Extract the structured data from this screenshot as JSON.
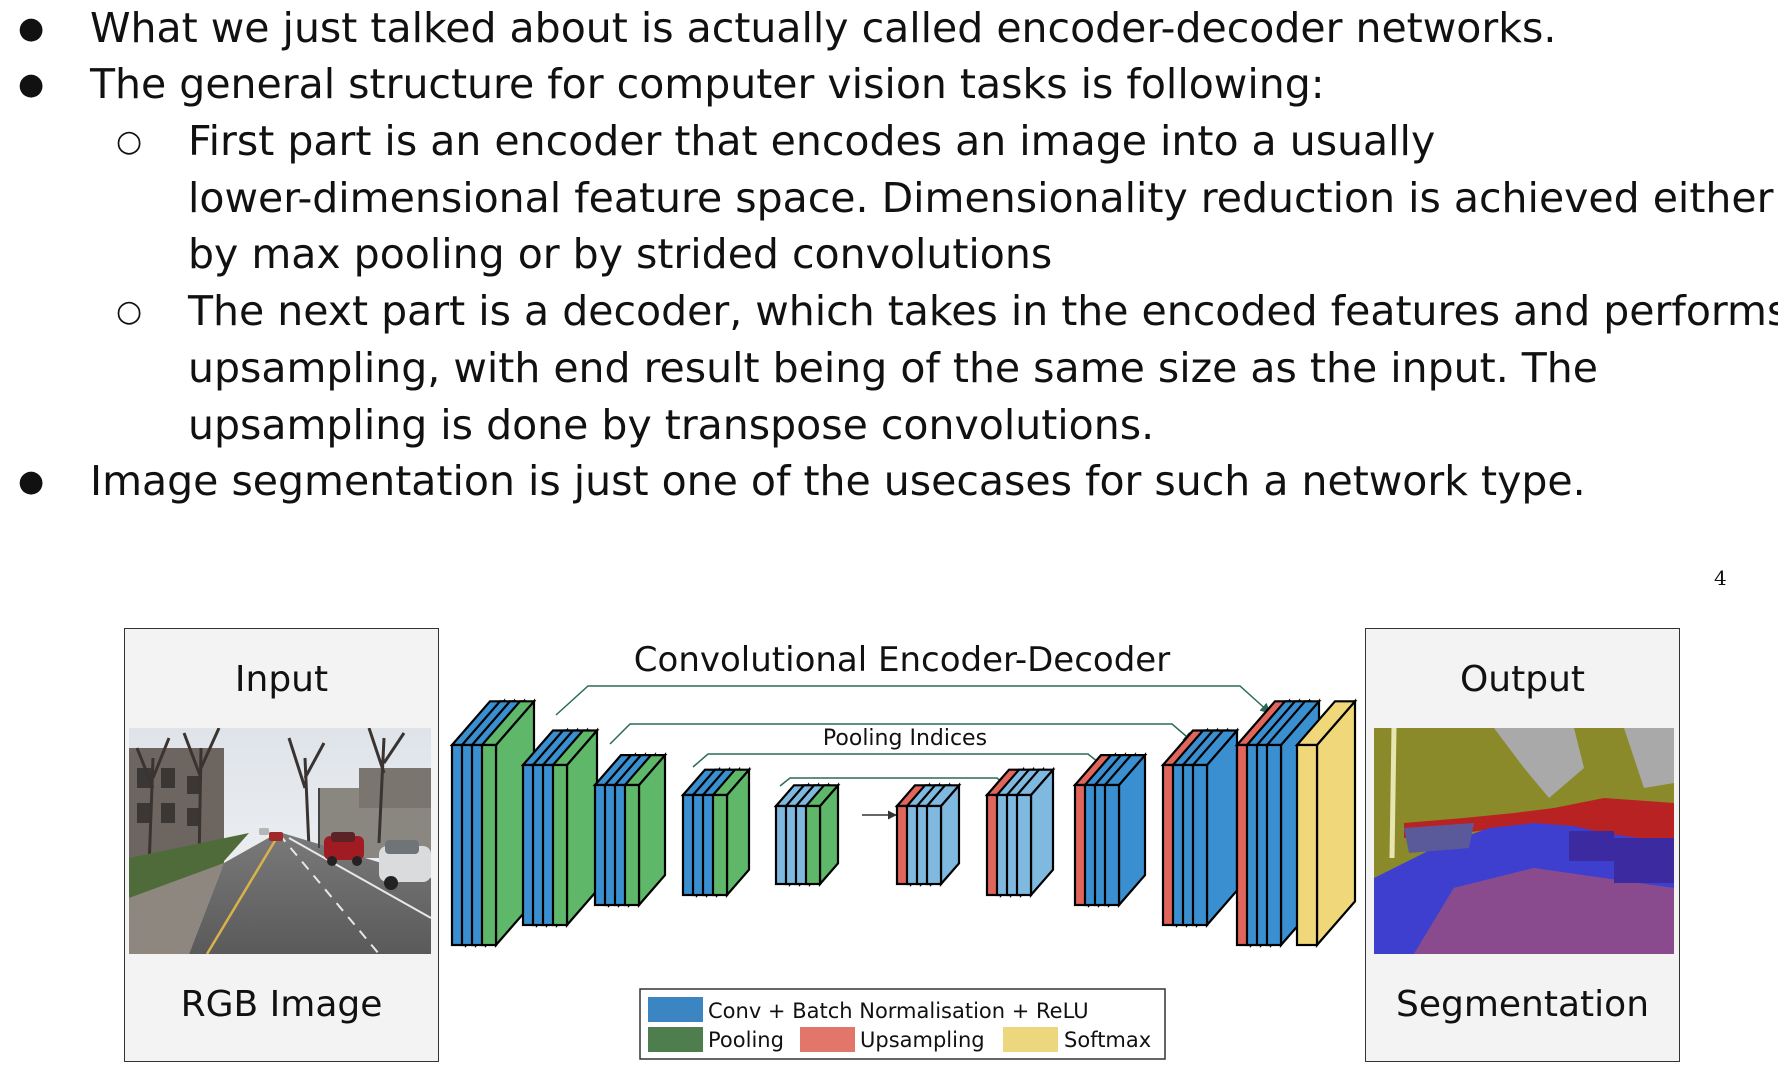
{
  "bullets": [
    {
      "level": 1,
      "lines": [
        "What we just talked about is actually called encoder-decoder networks."
      ]
    },
    {
      "level": 1,
      "lines": [
        "The general structure for computer vision tasks is following:"
      ]
    },
    {
      "level": 2,
      "lines": [
        "First part is an encoder that encodes an image into a usually",
        "lower-dimensional feature space. Dimensionality reduction is achieved either",
        "by max pooling or by strided convolutions"
      ]
    },
    {
      "level": 2,
      "lines": [
        "The next part is a decoder, which takes in the encoded features and performs",
        "upsampling, with end result being of the same size as the input. The",
        "upsampling is done by transpose convolutions."
      ]
    },
    {
      "level": 1,
      "lines": [
        "Image segmentation is just one of the usecases for such a network type."
      ]
    }
  ],
  "page_number": "4",
  "figure": {
    "input_title": "Input",
    "input_caption": "RGB Image",
    "output_title": "Output",
    "output_caption": "Segmentation",
    "center_title": "Convolutional Encoder-Decoder",
    "pooling_indices_label": "Pooling Indices",
    "legend": {
      "conv": "Conv + Batch Normalisation + ReLU",
      "pooling": "Pooling",
      "upsampling": "Upsampling",
      "softmax": "Softmax"
    },
    "colors": {
      "conv": "#3a8fd0",
      "conv_light": "#7fb9e0",
      "pooling": "#5fb86a",
      "upsampling": "#e0655a",
      "softmax": "#efd77a",
      "legend_conv": "#3a85c2",
      "legend_pooling": "#4e7d4e",
      "legend_upsampling": "#e3766b",
      "legend_softmax": "#ecd67e"
    }
  }
}
